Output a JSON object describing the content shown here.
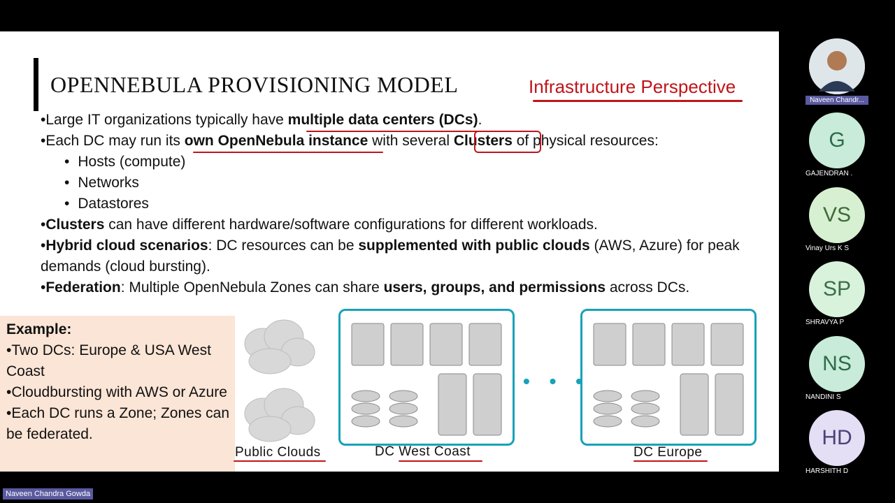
{
  "slide": {
    "title": "OPENNEBULA PROVISIONING MODEL",
    "perspective": "Infrastructure Perspective",
    "lines": [
      {
        "parts": [
          "•Large IT organizations typically have ",
          "multiple data centers (DCs)",
          "."
        ]
      },
      {
        "parts": [
          "•Each DC may run its ",
          "own OpenNebula instance",
          " with several ",
          "Clusters",
          " of physical resources:"
        ]
      },
      {
        "sub": "Hosts (compute)"
      },
      {
        "sub": "Networks"
      },
      {
        "sub": "Datastores"
      },
      {
        "parts": [
          "•",
          "Clusters",
          " can have different hardware/software configurations for different workloads."
        ]
      },
      {
        "parts": [
          "•",
          "Hybrid cloud scenarios",
          ": DC resources can be ",
          "supplemented with public clouds",
          " (AWS, Azure) for peak demands (cloud bursting)."
        ]
      },
      {
        "parts": [
          "•",
          "Federation",
          ": Multiple OpenNebula Zones can share ",
          "users, groups, and permissions",
          " across DCs."
        ]
      }
    ],
    "example": {
      "heading": "Example:",
      "items": [
        "•Two DCs: Europe & USA West Coast",
        "•Cloudbursting with AWS or Azure",
        "•Each DC runs a Zone; Zones can be federated."
      ]
    },
    "diagram": {
      "public_clouds": "Public Clouds",
      "dc_west": "DC West Coast",
      "dc_europe": "DC Europe",
      "ellipsis": "• • •"
    }
  },
  "participants": [
    {
      "name": "Naveen Chandr...",
      "initials": "",
      "photo": true,
      "color": "#cfd8dc"
    },
    {
      "name": "GAJENDRAN .",
      "initials": "G",
      "color": "#c8ecd9",
      "text_color": "#2e6b4a"
    },
    {
      "name": "Vinay Urs K S",
      "initials": "VS",
      "color": "#d7f0d2",
      "text_color": "#3f6b3a"
    },
    {
      "name": "SHRAVYA P",
      "initials": "SP",
      "color": "#d9f2dc",
      "text_color": "#3c6e48"
    },
    {
      "name": "NANDINI S",
      "initials": "NS",
      "color": "#c8ecd9",
      "text_color": "#2e6b4a"
    },
    {
      "name": "HARSHITH D",
      "initials": "HD",
      "color": "#e4dff5",
      "text_color": "#4a4378"
    }
  ],
  "presenter_name": "Naveen Chandra Gowda"
}
